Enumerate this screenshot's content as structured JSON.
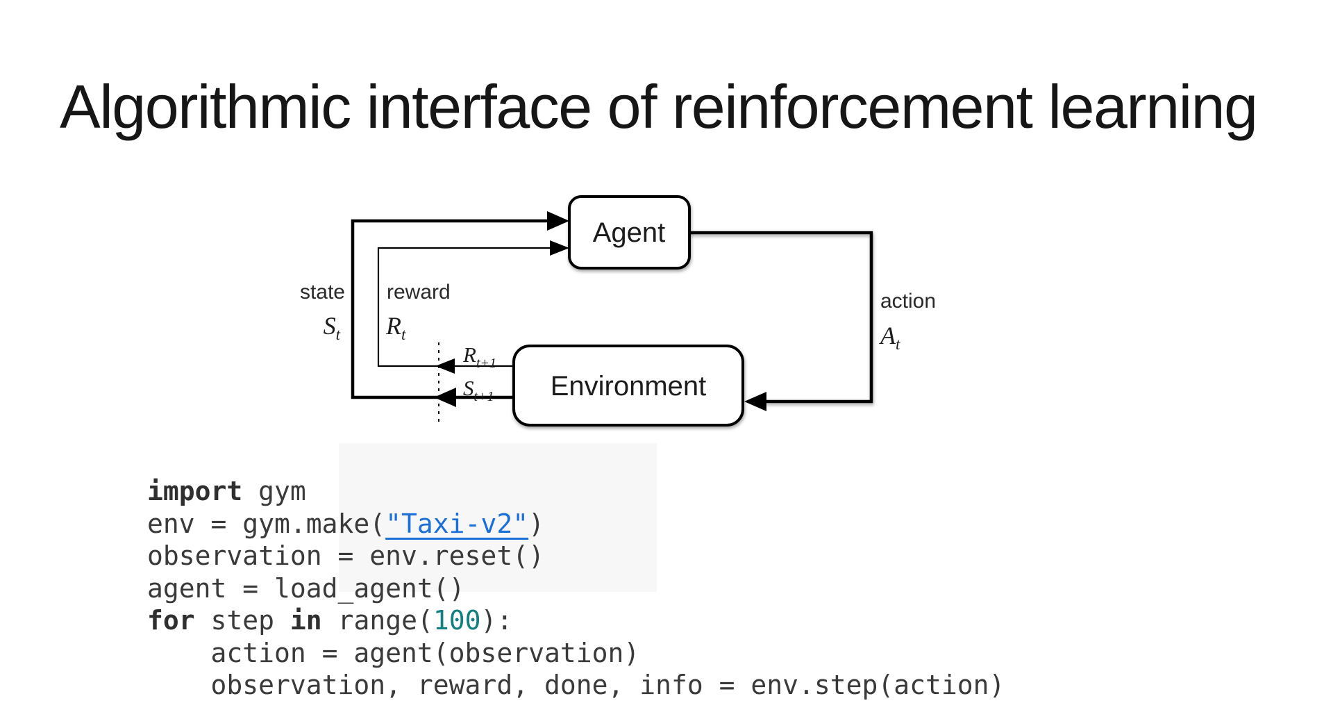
{
  "slide": {
    "title": "Algorithmic interface of reinforcement learning"
  },
  "diagram": {
    "agent": {
      "label": "Agent"
    },
    "environment": {
      "label": "Environment"
    },
    "state": {
      "word": "state",
      "symbol": "S",
      "sub": "t"
    },
    "reward": {
      "word": "reward",
      "symbol": "R",
      "sub": "t"
    },
    "reward_next": {
      "symbol": "R",
      "sub": "t+1"
    },
    "state_next": {
      "symbol": "S",
      "sub": "t+1"
    },
    "action": {
      "word": "action",
      "symbol": "A",
      "sub": "t"
    }
  },
  "code": {
    "lines": [
      {
        "tokens": [
          {
            "t": "import",
            "s": "kw"
          },
          {
            "t": " gym",
            "s": "plain"
          }
        ]
      },
      {
        "tokens": [
          {
            "t": "env = gym.make(",
            "s": "plain"
          },
          {
            "t": "\"Taxi-v2\"",
            "s": "link"
          },
          {
            "t": ")",
            "s": "plain"
          }
        ]
      },
      {
        "tokens": [
          {
            "t": "observation = env.reset()",
            "s": "plain"
          }
        ]
      },
      {
        "tokens": [
          {
            "t": "agent = load_agent()",
            "s": "plain"
          }
        ]
      },
      {
        "tokens": [
          {
            "t": "for",
            "s": "kw"
          },
          {
            "t": " step ",
            "s": "plain"
          },
          {
            "t": "in",
            "s": "kw"
          },
          {
            "t": " range(",
            "s": "plain"
          },
          {
            "t": "100",
            "s": "num"
          },
          {
            "t": "):",
            "s": "plain"
          }
        ]
      },
      {
        "tokens": [
          {
            "t": "    action = agent(observation)",
            "s": "plain"
          }
        ]
      },
      {
        "tokens": [
          {
            "t": "    observation, reward, done, info = env.step(action)",
            "s": "plain"
          }
        ]
      }
    ]
  },
  "colors": {
    "link_blue": "#1b6fd8",
    "number_teal": "#11807e",
    "code_text": "#3a3a3a",
    "diagram_stroke": "#000000"
  }
}
